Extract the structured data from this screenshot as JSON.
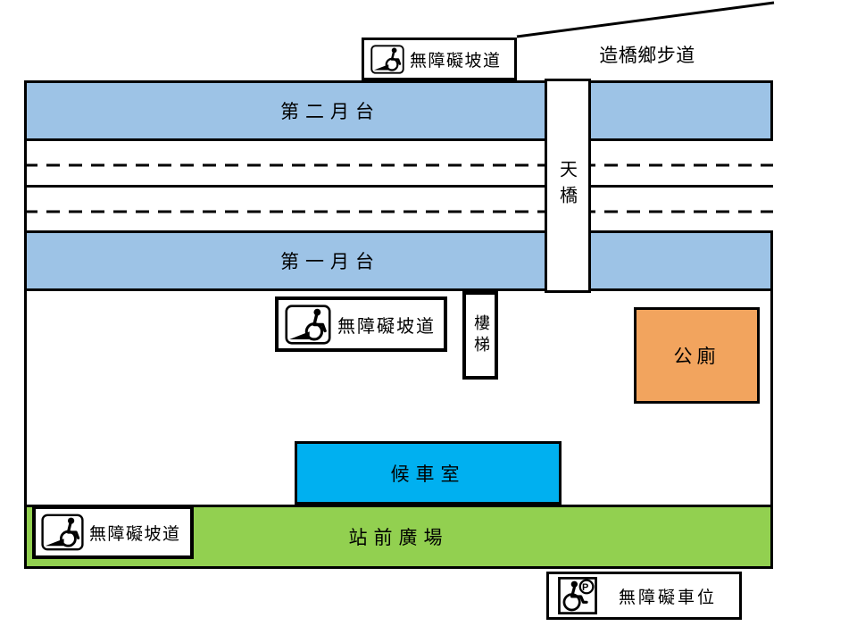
{
  "map": {
    "trail_label": "造橋鄉步道",
    "platform2_label": "第二月台",
    "platform1_label": "第一月台",
    "footbridge_label": "天橋",
    "stairs_label": "樓梯",
    "toilet_label": "公廁",
    "waiting_room_label": "候車室",
    "plaza_label": "站前廣場",
    "accessible_ramp_label": "無障礙坡道",
    "accessible_parking_label": "無障礙車位",
    "icons": {
      "ramp": "wheelchair-ramp-icon",
      "parking": "wheelchair-parking-icon"
    }
  },
  "colors": {
    "platform": "#9DC3E6",
    "waiting_room": "#00B0F0",
    "plaza": "#92D050",
    "toilet": "#F2A45E",
    "line": "#000000",
    "sign_background": "#FFFFFF"
  },
  "tracks": {
    "count": 2,
    "style": "dashed-centerline"
  }
}
